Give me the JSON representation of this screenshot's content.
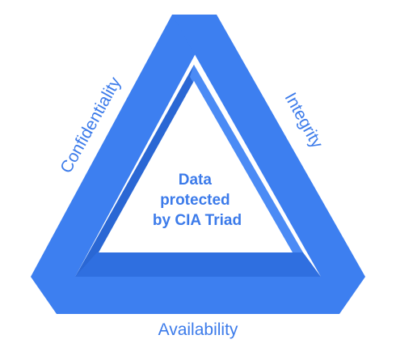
{
  "diagram": {
    "center_lines": [
      "Data",
      "protected",
      "by CIA Triad"
    ],
    "labels": {
      "left": "Confidentiality",
      "right": "Integrity",
      "bottom": "Availability"
    },
    "colors": {
      "face_main": "#3d7ff0",
      "face_light": "#4b8bf5",
      "face_dark": "#2a67d4",
      "inner_shadow": "#2f6fe0",
      "label_text": "#3c7bea",
      "background": "#ffffff"
    }
  }
}
